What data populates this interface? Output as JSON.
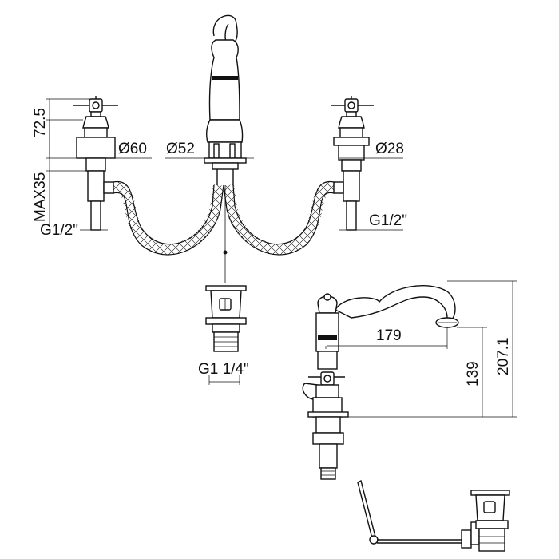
{
  "dimensions": {
    "height_handle": "72.5",
    "max_deck": "MAX35",
    "thread_left": "G1/2\"",
    "dia_valve": "Ø60",
    "dia_spout": "Ø52",
    "dia_right_valve": "Ø28",
    "thread_right": "G1/2\"",
    "thread_waste": "G1 1/4\"",
    "reach": "179",
    "spout_height": "139",
    "total_height": "207.1"
  }
}
